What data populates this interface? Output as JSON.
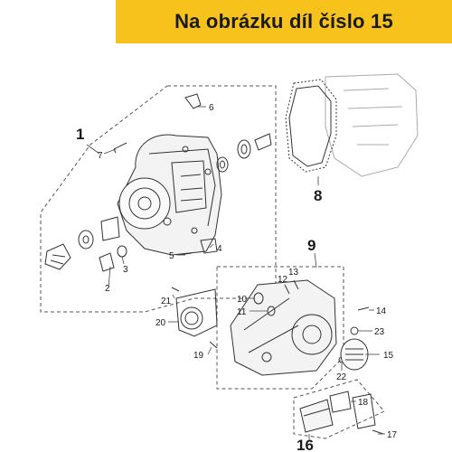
{
  "banner": {
    "title": "Na obrázku díl číslo 15",
    "color": "#f6c21b"
  },
  "callouts": {
    "n1": "1",
    "n2": "2",
    "n3": "3",
    "n4": "4",
    "n5": "5",
    "n6": "6",
    "n7": "7",
    "n8": "8",
    "n9": "9",
    "n10": "10",
    "n11": "11",
    "n12": "12",
    "n13": "13",
    "n14": "14",
    "n15": "15",
    "n16": "16",
    "n17": "17",
    "n18": "18",
    "n19": "19",
    "n20": "20",
    "n21": "21",
    "n22": "22",
    "n23": "23"
  }
}
